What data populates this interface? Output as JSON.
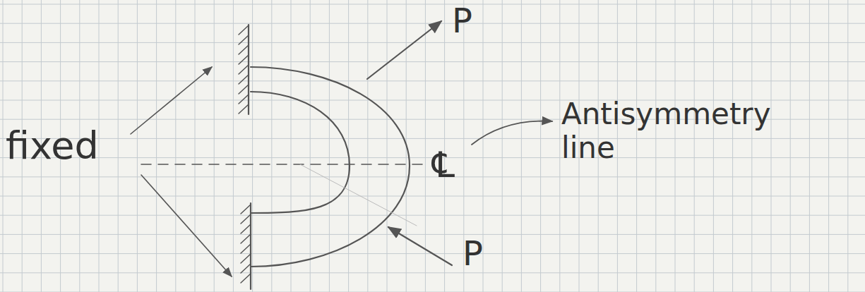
{
  "diagram": {
    "labels": [
      "fixed",
      "P",
      "P",
      "℄",
      "Antisymmetry line"
    ]
  }
}
